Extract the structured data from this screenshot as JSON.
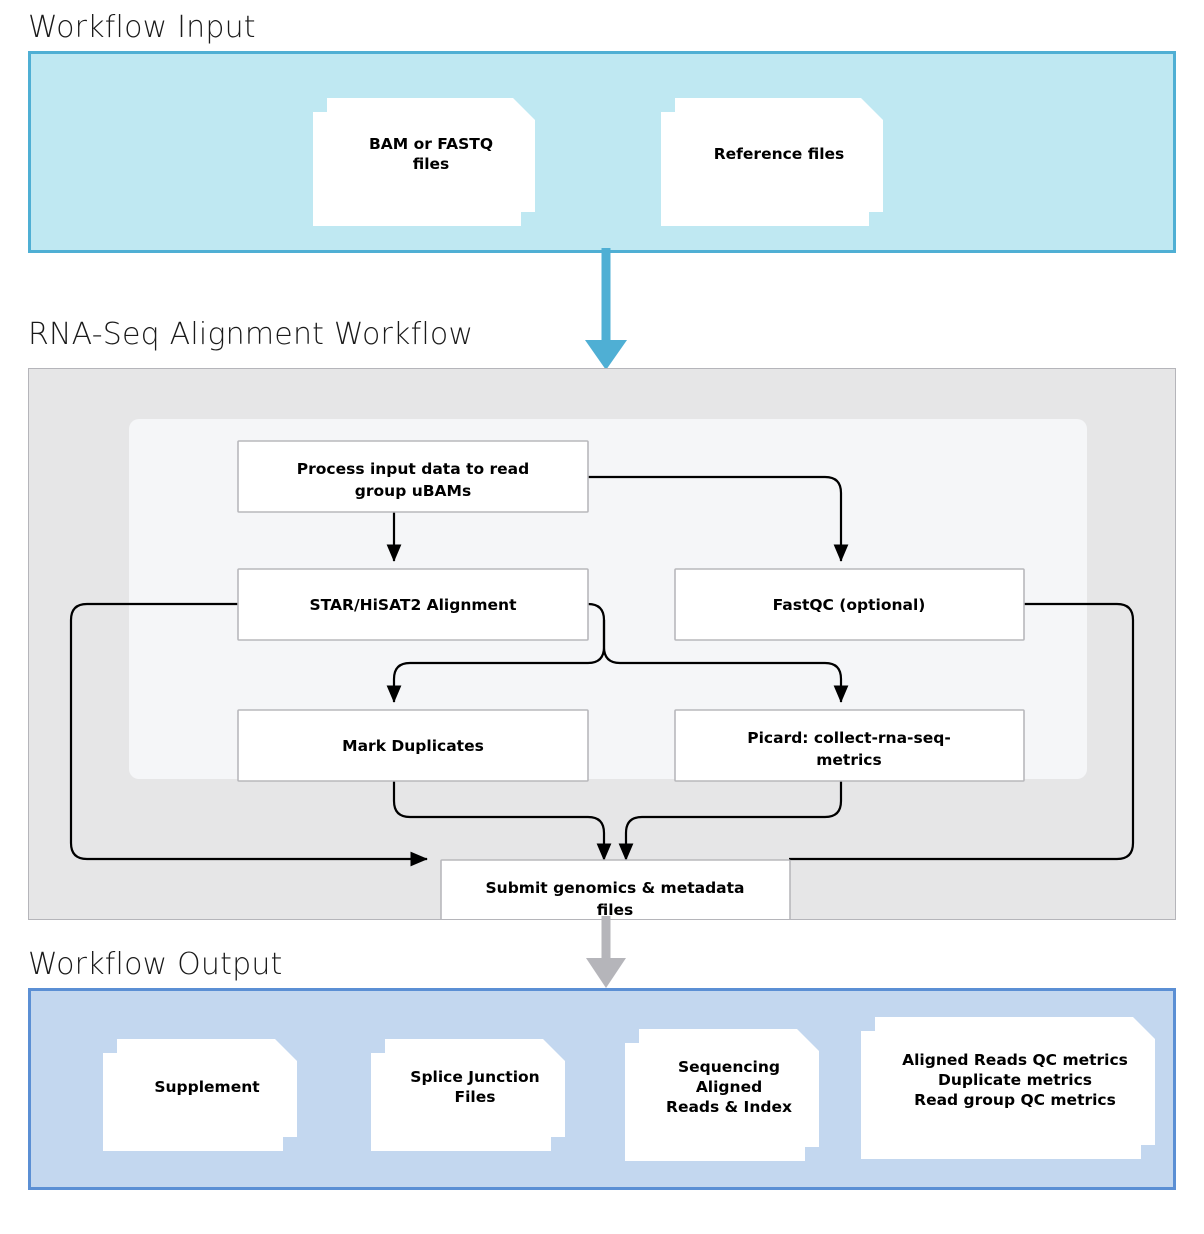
{
  "sections": {
    "input": {
      "title": "Workflow Input",
      "bg": "#bfe8f2",
      "border": "#4fafd4",
      "documents": [
        {
          "name": "bam-or-fastq-files",
          "label": "BAM or FASTQ\nfiles"
        },
        {
          "name": "reference-files",
          "label": "Reference files"
        }
      ]
    },
    "workflow": {
      "title": "RNA-Seq Alignment Workflow",
      "bg": "#e6e6e7",
      "border": "#b5b5ba",
      "inner_bg": "#f5f6f8",
      "nodes": [
        {
          "id": "process-input",
          "label": "Process input data to read\ngroup uBAMs"
        },
        {
          "id": "star-hisat2",
          "label": "STAR/HiSAT2 Alignment"
        },
        {
          "id": "fastqc",
          "label": "FastQC (optional)"
        },
        {
          "id": "mark-duplicates",
          "label": "Mark Duplicates"
        },
        {
          "id": "picard-metrics",
          "label": "Picard: collect-rna-seq-\nmetrics"
        },
        {
          "id": "submit-files",
          "label": "Submit genomics & metadata\nfiles"
        }
      ],
      "edges": [
        {
          "from": "process-input",
          "to": "star-hisat2"
        },
        {
          "from": "process-input",
          "to": "fastqc"
        },
        {
          "from": "star-hisat2",
          "to": "mark-duplicates"
        },
        {
          "from": "star-hisat2",
          "to": "picard-metrics"
        },
        {
          "from": "star-hisat2",
          "to": "submit-files"
        },
        {
          "from": "fastqc",
          "to": "submit-files"
        },
        {
          "from": "mark-duplicates",
          "to": "submit-files"
        },
        {
          "from": "picard-metrics",
          "to": "submit-files"
        }
      ]
    },
    "output": {
      "title": "Workflow Output",
      "bg": "#c3d7ef",
      "border": "#5b8fd4",
      "documents": [
        {
          "name": "supplement",
          "label": "Supplement"
        },
        {
          "name": "splice-junction-files",
          "label": "Splice Junction\nFiles"
        },
        {
          "name": "sequencing-aligned-reads-index",
          "label": "Sequencing\nAligned\nReads & Index"
        },
        {
          "name": "qc-metrics",
          "label": "Aligned Reads QC metrics\nDuplicate metrics\nRead group QC metrics"
        }
      ]
    }
  },
  "connectors": [
    {
      "name": "input-to-workflow-arrow",
      "color": "#4fafd4"
    },
    {
      "name": "workflow-to-output-arrow",
      "color": "#b5b5ba"
    }
  ]
}
